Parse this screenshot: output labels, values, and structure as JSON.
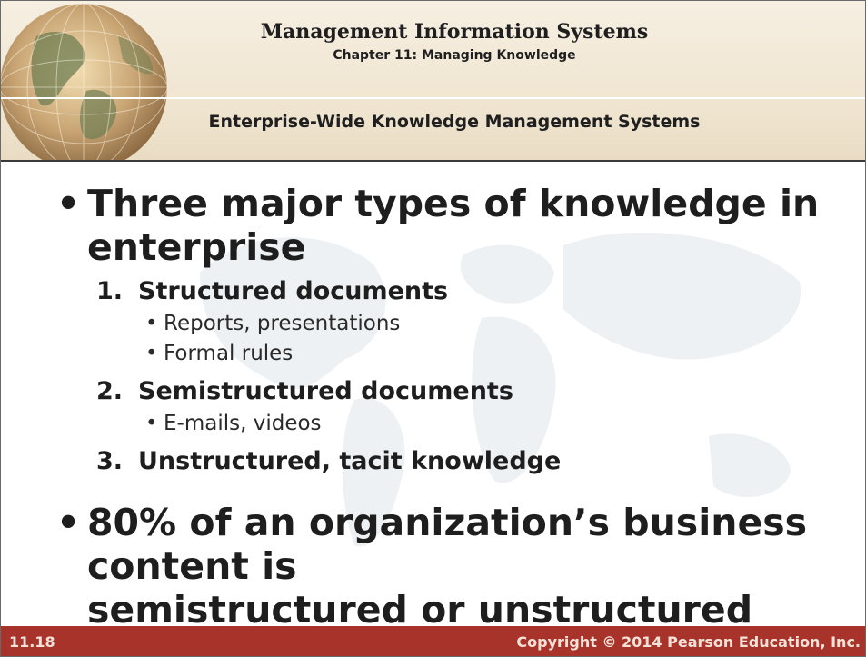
{
  "header": {
    "title": "Management Information Systems",
    "chapter": "Chapter 11: Managing Knowledge",
    "section": "Enterprise-Wide Knowledge Management Systems"
  },
  "body": {
    "bullet1": "Three major types of knowledge in enterprise",
    "items": [
      {
        "num": "1.",
        "label": "Structured documents",
        "subs": [
          "Reports, presentations",
          "Formal rules"
        ]
      },
      {
        "num": "2.",
        "label": "Semistructured documents",
        "subs": [
          "E-mails, videos"
        ]
      },
      {
        "num": "3.",
        "label": "Unstructured, tacit knowledge",
        "subs": []
      }
    ],
    "bullet2_line1": "80% of an organization’s business content is",
    "bullet2_line2": "semistructured or unstructured"
  },
  "footer": {
    "page_number": "11.18",
    "copyright": "Copyright © 2014 Pearson Education, Inc."
  },
  "icons": {
    "globe": "globe-icon",
    "world_map": "world-map-watermark"
  },
  "colors": {
    "header_bg": "#efe4cf",
    "footer_bg": "#a8332a",
    "footer_text": "#f4e2d8",
    "text": "#1e1e1e"
  }
}
